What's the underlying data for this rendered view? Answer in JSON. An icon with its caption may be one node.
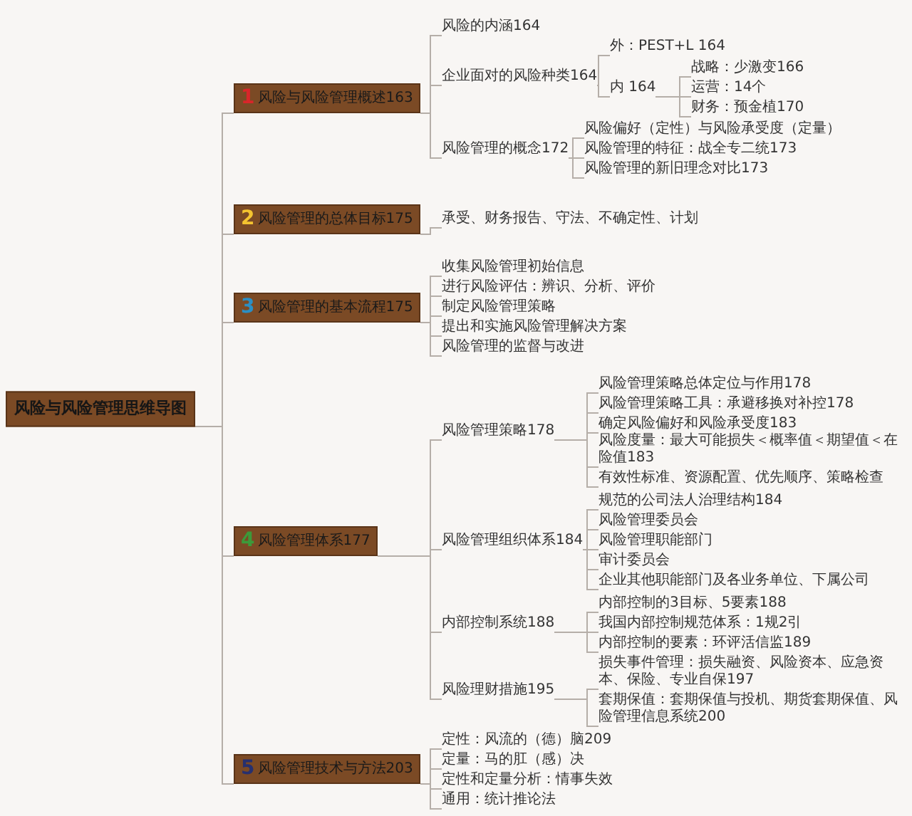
{
  "diagram": {
    "nodes": [
      {
        "text": [
          "风险与风险管理思维导图"
        ]
      },
      {
        "text": [
          "1",
          "风险与风险管理概述163"
        ]
      },
      {
        "text": [
          "风险的内涵164"
        ]
      },
      {
        "text": [
          "企业面对的风险种类164"
        ]
      },
      {
        "text": [
          "外：PEST+L 164"
        ]
      },
      {
        "text": [
          "内 164"
        ]
      },
      {
        "text": [
          "战略：少激变166"
        ]
      },
      {
        "text": [
          "运营：14个"
        ]
      },
      {
        "text": [
          "财务：预金植170"
        ]
      },
      {
        "text": [
          "风险管理的概念172"
        ]
      },
      {
        "text": [
          "风险偏好（定性）与风险承受度（定量）"
        ]
      },
      {
        "text": [
          "风险管理的特征：战全专二统173"
        ]
      },
      {
        "text": [
          "风险管理的新旧理念对比173"
        ]
      },
      {
        "text": [
          "2",
          "风险管理的总体目标175"
        ]
      },
      {
        "text": [
          "承受、财务报告、守法、不确定性、计划"
        ]
      },
      {
        "text": [
          "3",
          "风险管理的基本流程175"
        ]
      },
      {
        "text": [
          "收集风险管理初始信息"
        ]
      },
      {
        "text": [
          "进行风险评估：辨识、分析、评价"
        ]
      },
      {
        "text": [
          "制定风险管理策略"
        ]
      },
      {
        "text": [
          "提出和实施风险管理解决方案"
        ]
      },
      {
        "text": [
          "风险管理的监督与改进"
        ]
      },
      {
        "text": [
          "4",
          "风险管理体系177"
        ]
      },
      {
        "text": [
          "风险管理策略178"
        ]
      },
      {
        "text": [
          "风险管理策略总体定位与作用178"
        ]
      },
      {
        "text": [
          "风险管理策略工具：承避移换对补控178"
        ]
      },
      {
        "text": [
          "确定风险偏好和风险承受度183"
        ]
      },
      {
        "text": [
          "风险度量：最大可能损失＜概率值＜期望值＜在险值183"
        ]
      },
      {
        "text": [
          "有效性标准、资源配置、优先顺序、策略检查"
        ]
      },
      {
        "text": [
          "风险管理组织体系184"
        ]
      },
      {
        "text": [
          "规范的公司法人治理结构184"
        ]
      },
      {
        "text": [
          "风险管理委员会"
        ]
      },
      {
        "text": [
          "风险管理职能部门"
        ]
      },
      {
        "text": [
          "审计委员会"
        ]
      },
      {
        "text": [
          "企业其他职能部门及各业务单位、下属公司"
        ]
      },
      {
        "text": [
          "内部控制系统188"
        ]
      },
      {
        "text": [
          "内部控制的3目标、5要素188"
        ]
      },
      {
        "text": [
          "我国内部控制规范体系：1规2引"
        ]
      },
      {
        "text": [
          "内部控制的要素：环评活信监189"
        ]
      },
      {
        "text": [
          "风险理财措施195"
        ]
      },
      {
        "text": [
          "损失事件管理：损失融资、风险资本、应急资本、保险、专业自保197"
        ]
      },
      {
        "text": [
          "套期保值：套期保值与投机、期货套期保值、风险管理信息系统200"
        ]
      },
      {
        "text": [
          "5",
          "风险管理技术与方法203"
        ]
      },
      {
        "text": [
          "定性：风流的（德）脑209"
        ]
      },
      {
        "text": [
          "定量：马的肛（感）决"
        ]
      },
      {
        "text": [
          "定性和定量分析：情事失效"
        ]
      },
      {
        "text": [
          "通用：统计推论法"
        ]
      }
    ],
    "edges": [
      {
        "from": 0,
        "to": 1,
        "arrow": "none"
      },
      {
        "from": 0,
        "to": 13,
        "arrow": "none"
      },
      {
        "from": 0,
        "to": 15,
        "arrow": "none"
      },
      {
        "from": 0,
        "to": 21,
        "arrow": "none"
      },
      {
        "from": 0,
        "to": 41,
        "arrow": "none"
      },
      {
        "from": 1,
        "to": 2,
        "arrow": "none"
      },
      {
        "from": 1,
        "to": 3,
        "arrow": "none"
      },
      {
        "from": 1,
        "to": 9,
        "arrow": "none"
      },
      {
        "from": 3,
        "to": 4,
        "arrow": "none"
      },
      {
        "from": 3,
        "to": 5,
        "arrow": "none"
      },
      {
        "from": 5,
        "to": 6,
        "arrow": "none"
      },
      {
        "from": 5,
        "to": 7,
        "arrow": "none"
      },
      {
        "from": 5,
        "to": 8,
        "arrow": "none"
      },
      {
        "from": 9,
        "to": 10,
        "arrow": "none"
      },
      {
        "from": 9,
        "to": 11,
        "arrow": "none"
      },
      {
        "from": 9,
        "to": 12,
        "arrow": "none"
      },
      {
        "from": 13,
        "to": 14,
        "arrow": "none"
      },
      {
        "from": 15,
        "to": 16,
        "arrow": "none"
      },
      {
        "from": 15,
        "to": 17,
        "arrow": "none"
      },
      {
        "from": 15,
        "to": 18,
        "arrow": "none"
      },
      {
        "from": 15,
        "to": 19,
        "arrow": "none"
      },
      {
        "from": 15,
        "to": 20,
        "arrow": "none"
      },
      {
        "from": 21,
        "to": 22,
        "arrow": "none"
      },
      {
        "from": 21,
        "to": 28,
        "arrow": "none"
      },
      {
        "from": 21,
        "to": 34,
        "arrow": "none"
      },
      {
        "from": 21,
        "to": 38,
        "arrow": "none"
      },
      {
        "from": 22,
        "to": 23,
        "arrow": "none"
      },
      {
        "from": 22,
        "to": 24,
        "arrow": "none"
      },
      {
        "from": 22,
        "to": 25,
        "arrow": "none"
      },
      {
        "from": 22,
        "to": 26,
        "arrow": "none"
      },
      {
        "from": 22,
        "to": 27,
        "arrow": "none"
      },
      {
        "from": 28,
        "to": 29,
        "arrow": "none"
      },
      {
        "from": 28,
        "to": 30,
        "arrow": "none"
      },
      {
        "from": 28,
        "to": 31,
        "arrow": "none"
      },
      {
        "from": 28,
        "to": 32,
        "arrow": "none"
      },
      {
        "from": 28,
        "to": 33,
        "arrow": "none"
      },
      {
        "from": 34,
        "to": 35,
        "arrow": "none"
      },
      {
        "from": 34,
        "to": 36,
        "arrow": "none"
      },
      {
        "from": 34,
        "to": 37,
        "arrow": "none"
      },
      {
        "from": 38,
        "to": 39,
        "arrow": "none"
      },
      {
        "from": 38,
        "to": 40,
        "arrow": "none"
      },
      {
        "from": 41,
        "to": 42,
        "arrow": "none"
      },
      {
        "from": 41,
        "to": 43,
        "arrow": "none"
      },
      {
        "from": 41,
        "to": 44,
        "arrow": "none"
      },
      {
        "from": 41,
        "to": 45,
        "arrow": "none"
      }
    ]
  }
}
